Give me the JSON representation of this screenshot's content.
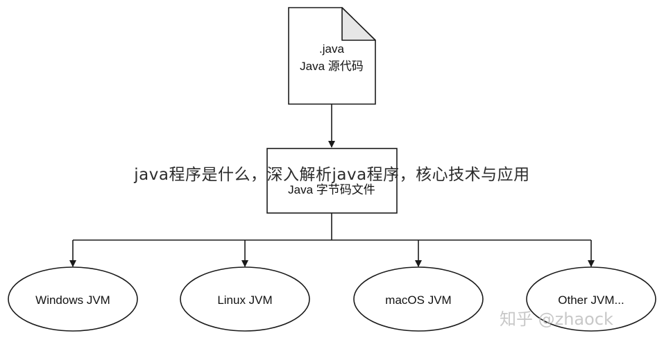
{
  "source_file": {
    "ext": ".java",
    "label": "Java 源代码"
  },
  "bytecode_file": {
    "label": "Java 字节码文件"
  },
  "jvms": [
    {
      "label": "Windows JVM"
    },
    {
      "label": "Linux JVM"
    },
    {
      "label": "macOS JVM"
    },
    {
      "label": "Other JVM..."
    }
  ],
  "overlay_title": "java程序是什么，深入解析java程序，核心技术与应用",
  "watermark": "知乎 @zhaock",
  "colors": {
    "stroke": "#1a1a1a",
    "fold": "#e6e6e6",
    "text": "#111111"
  }
}
